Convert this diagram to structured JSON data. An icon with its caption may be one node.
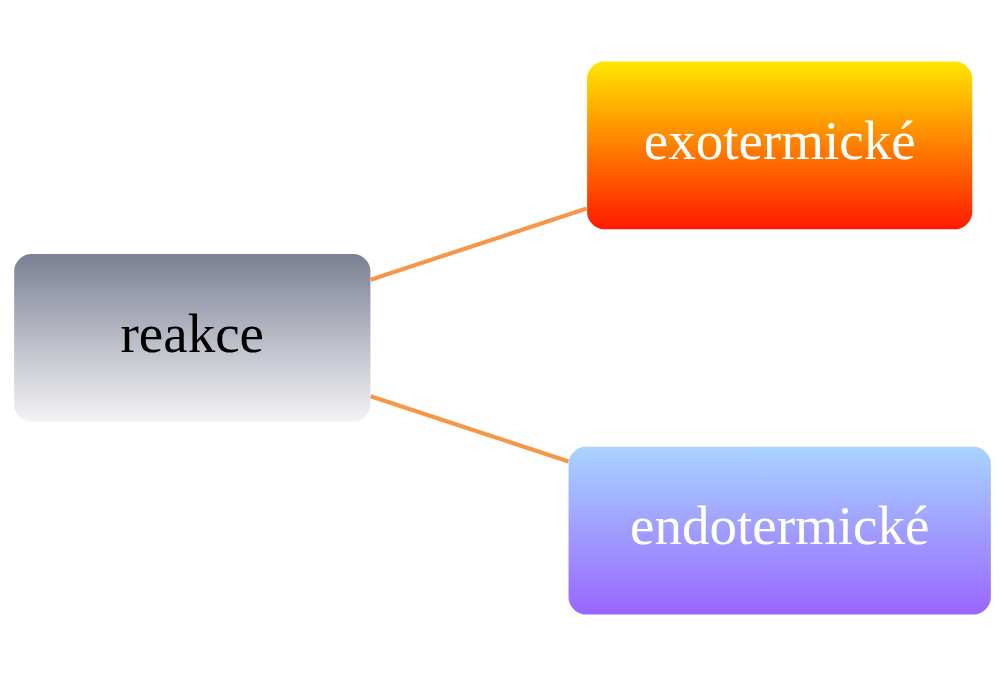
{
  "diagram": {
    "nodes": [
      {
        "text": [
          "reakce"
        ]
      },
      {
        "text": [
          "exotermické"
        ]
      },
      {
        "text": [
          "endotermické"
        ]
      }
    ],
    "edges": [
      {
        "from": 0,
        "to": 1,
        "arrow": "none"
      },
      {
        "from": 0,
        "to": 2,
        "arrow": "none"
      }
    ]
  }
}
